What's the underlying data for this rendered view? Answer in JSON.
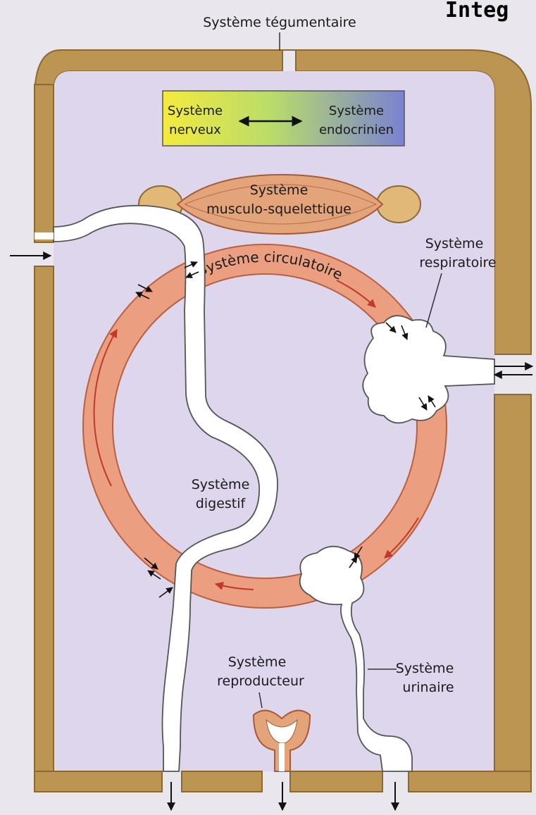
{
  "page_title": "Integ",
  "labels": {
    "tegumentaire": "Système tégumentaire",
    "nerveux_1": "Système",
    "nerveux_2": "nerveux",
    "endocrinien_1": "Système",
    "endocrinien_2": "endocrinien",
    "musculo_1": "Système",
    "musculo_2": "musculo-squelettique",
    "circulatoire": "Système circulatoire",
    "respiratoire_1": "Système",
    "respiratoire_2": "respiratoire",
    "digestif_1": "Système",
    "digestif_2": "digestif",
    "reproducteur_1": "Système",
    "reproducteur_2": "reproducteur",
    "urinaire_1": "Système",
    "urinaire_2": "urinaire"
  },
  "colors": {
    "skin": "#bd9552",
    "skin_edge": "#8a6a34",
    "body_fill": "#ddd6ec",
    "background": "#e9e6ee",
    "circulation": "#ec9e80",
    "circulation_edge": "#b8603f",
    "muscle": "#e4a47a",
    "arrow_red": "#c0392b",
    "nervous": "#f2e84a",
    "endocrine": "#7a7fd0"
  }
}
